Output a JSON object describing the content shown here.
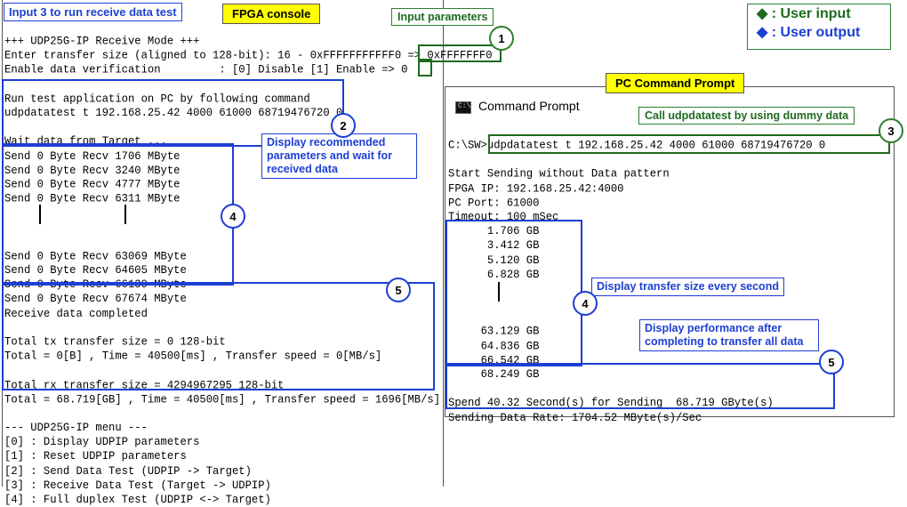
{
  "labels": {
    "instruction": "Input 3 to run receive data test",
    "fpga_console": "FPGA console",
    "input_parameters": "Input parameters",
    "pc_command_prompt": "PC Command Prompt",
    "call_udpdatatest": "Call udpdatatest by using dummy data",
    "display_recommended": "Display recommended\nparameters and wait for\nreceived data",
    "display_transfer_size": "Display transfer size every second",
    "display_performance": "Display performance after\ncompleting to transfer all data"
  },
  "legend": {
    "user_input": "◆ : User input",
    "user_output": "◆ : User output",
    "input_color": "#1e6b1e",
    "output_color": "#1d3fd3"
  },
  "markers": [
    "1",
    "2",
    "3",
    "4",
    "5"
  ],
  "fpga": {
    "lines": [
      "+++ UDP25G-IP Receive Mode +++",
      "Enter transfer size (aligned to 128-bit): 16 - 0xFFFFFFFFFFF0 => 0xFFFFFFF0",
      "Enable data verification         : [0] Disable [1] Enable => 0",
      "",
      "Run test application on PC by following command",
      "udpdatatest t 192.168.25.42 4000 61000 68719476720 0",
      "",
      "Wait data from Target ...",
      "Send 0 Byte Recv 1706 MByte",
      "Send 0 Byte Recv 3240 MByte",
      "Send 0 Byte Recv 4777 MByte",
      "Send 0 Byte Recv 6311 MByte",
      "",
      "",
      "",
      "Send 0 Byte Recv 63069 MByte",
      "Send 0 Byte Recv 64605 MByte",
      "Send 0 Byte Recv 66139 MByte",
      "Send 0 Byte Recv 67674 MByte",
      "Receive data completed",
      "",
      "Total tx transfer size = 0 128-bit",
      "Total = 0[B] , Time = 40500[ms] , Transfer speed = 0[MB/s]",
      "",
      "Total rx transfer size = 4294967295 128-bit",
      "Total = 68.719[GB] , Time = 40500[ms] , Transfer speed = 1696[MB/s]",
      "",
      "--- UDP25G-IP menu ---",
      "[0] : Display UDPIP parameters",
      "[1] : Reset UDPIP parameters",
      "[2] : Send Data Test (UDPIP -> Target)",
      "[3] : Receive Data Test (Target -> UDPIP)",
      "[4] : Full duplex Test (UDPIP <-> Target)"
    ]
  },
  "pc": {
    "window_title": "Command Prompt",
    "icon_text": "C:\\",
    "lines": [
      "C:\\SW>udpdatatest t 192.168.25.42 4000 61000 68719476720 0",
      "",
      "Start Sending without Data pattern",
      "FPGA IP: 192.168.25.42:4000",
      "PC Port: 61000",
      "Timeout: 100 mSec",
      "      1.706 GB",
      "      3.412 GB",
      "      5.120 GB",
      "      6.828 GB",
      "",
      "",
      "",
      "     63.129 GB",
      "     64.836 GB",
      "     66.542 GB",
      "     68.249 GB",
      "",
      "Spend 40.32 Second(s) for Sending  68.719 GByte(s)",
      "Sending Data Rate: 1704.52 MByte(s)/Sec"
    ]
  }
}
